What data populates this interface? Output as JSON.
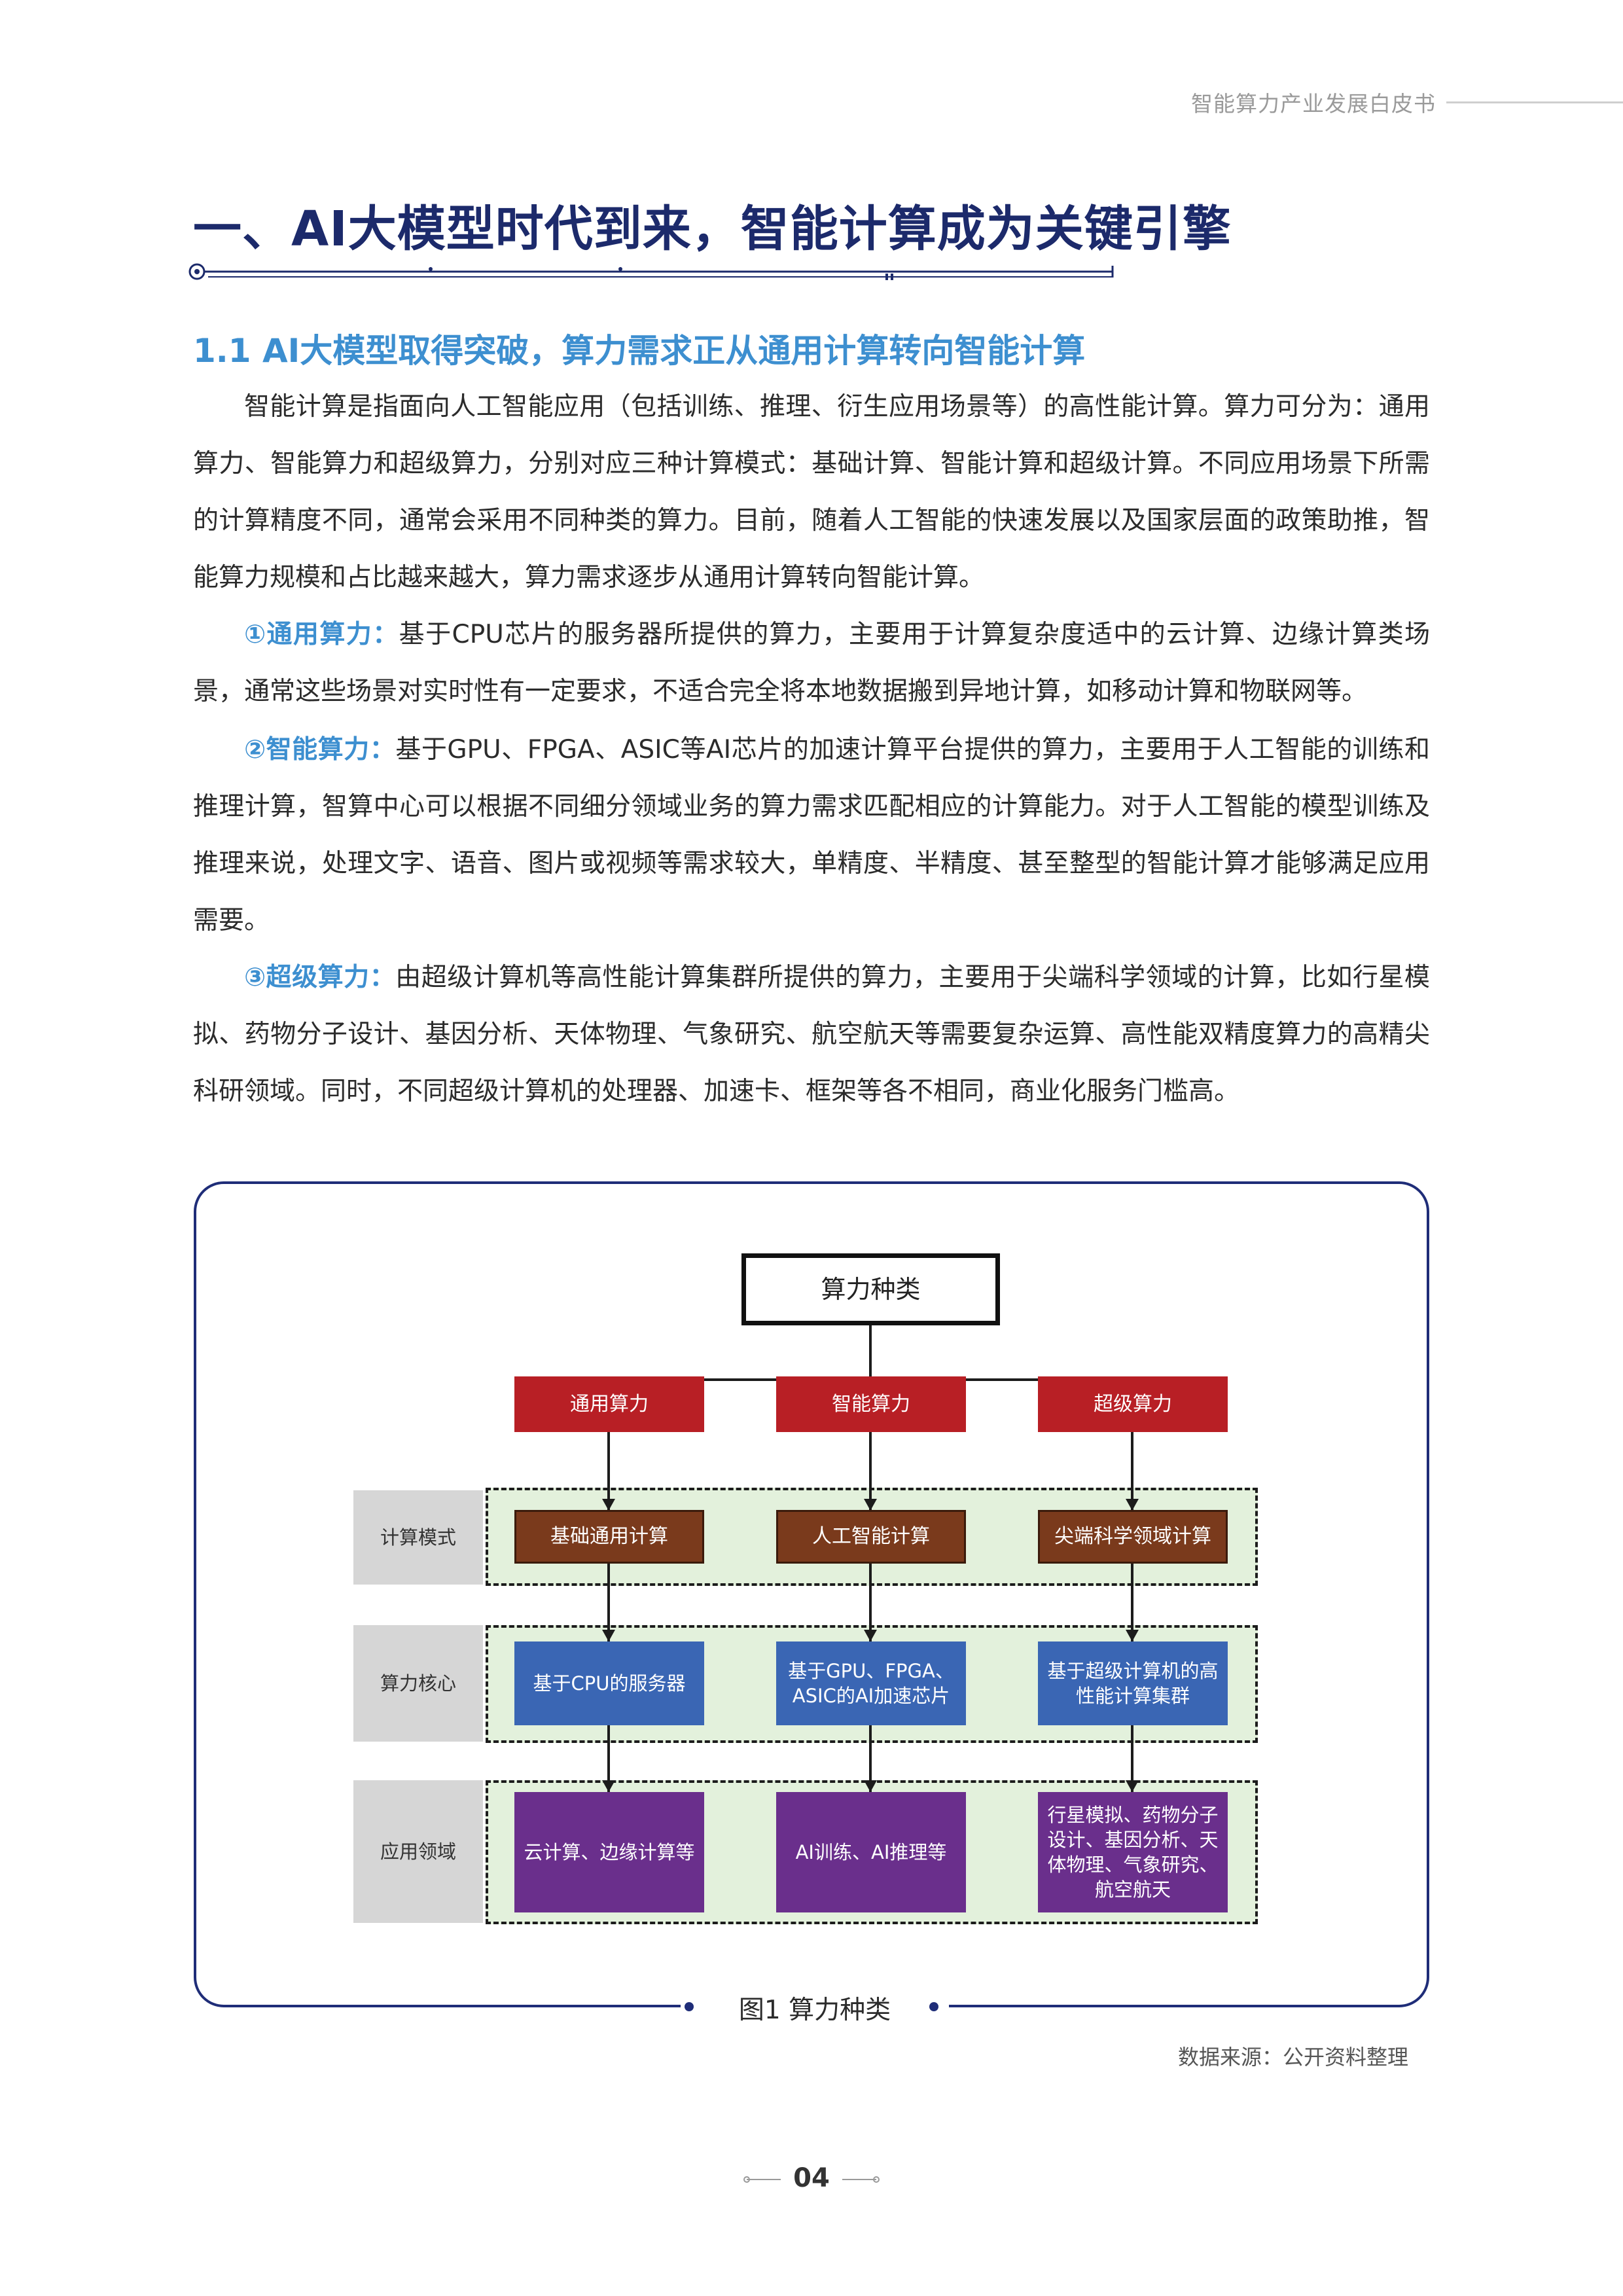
{
  "header": {
    "title": "智能算力产业发展白皮书"
  },
  "chapter": {
    "title": "一、AI大模型时代到来，智能计算成为关键引擎"
  },
  "section": {
    "title": "1.1 AI大模型取得突破，算力需求正从通用计算转向智能计算"
  },
  "paragraphs": {
    "p1": "智能计算是指面向人工智能应用（包括训练、推理、衍生应用场景等）的高性能计算。算力可分为：通用算力、智能算力和超级算力，分别对应三种计算模式：基础计算、智能计算和超级计算。不同应用场景下所需的计算精度不同，通常会采用不同种类的算力。目前，随着人工智能的快速发展以及国家层面的政策助推，智能算力规模和占比越来越大，算力需求逐步从通用计算转向智能计算。",
    "p2_label": "①通用算力：",
    "p2": "基于CPU芯片的服务器所提供的算力，主要用于计算复杂度适中的云计算、边缘计算类场景，通常这些场景对实时性有一定要求，不适合完全将本地数据搬到异地计算，如移动计算和物联网等。",
    "p3_label": "②智能算力：",
    "p3": "基于GPU、FPGA、ASIC等AI芯片的加速计算平台提供的算力，主要用于人工智能的训练和推理计算，智算中心可以根据不同细分领域业务的算力需求匹配相应的计算能力。对于人工智能的模型训练及推理来说，处理文字、语音、图片或视频等需求较大，单精度、半精度、甚至整型的智能计算才能够满足应用需要。",
    "p4_label": "③超级算力：",
    "p4": "由超级计算机等高性能计算集群所提供的算力，主要用于尖端科学领域的计算，比如行星模拟、药物分子设计、基因分析、天体物理、气象研究、航空航天等需要复杂运算、高性能双精度算力的高精尖科研领域。同时，不同超级计算机的处理器、加速卡、框架等各不相同，商业化服务门槛高。"
  },
  "figure": {
    "root": "算力种类",
    "categories": [
      "通用算力",
      "智能算力",
      "超级算力"
    ],
    "row_labels": [
      "计算模式",
      "算力核心",
      "应用领域"
    ],
    "modes": [
      "基础通用计算",
      "人工智能计算",
      "尖端科学领域计算"
    ],
    "cores": [
      "基于CPU的服务器",
      "基于GPU、FPGA、ASIC的AI加速芯片",
      "基于超级计算机的高性能计算集群"
    ],
    "fields": [
      "云计算、边缘计算等",
      "AI训练、AI推理等",
      "行星模拟、药物分子设计、基因分析、天体物理、气象研究、航空航天"
    ],
    "caption": "图1  算力种类",
    "colors": {
      "category": "#b81f25",
      "mode": "#7a3a1c",
      "core": "#3a66b4",
      "field": "#6a2f8c",
      "band": "#e3f1dc"
    }
  },
  "source": "数据来源：公开资料整理",
  "page_number": "04"
}
